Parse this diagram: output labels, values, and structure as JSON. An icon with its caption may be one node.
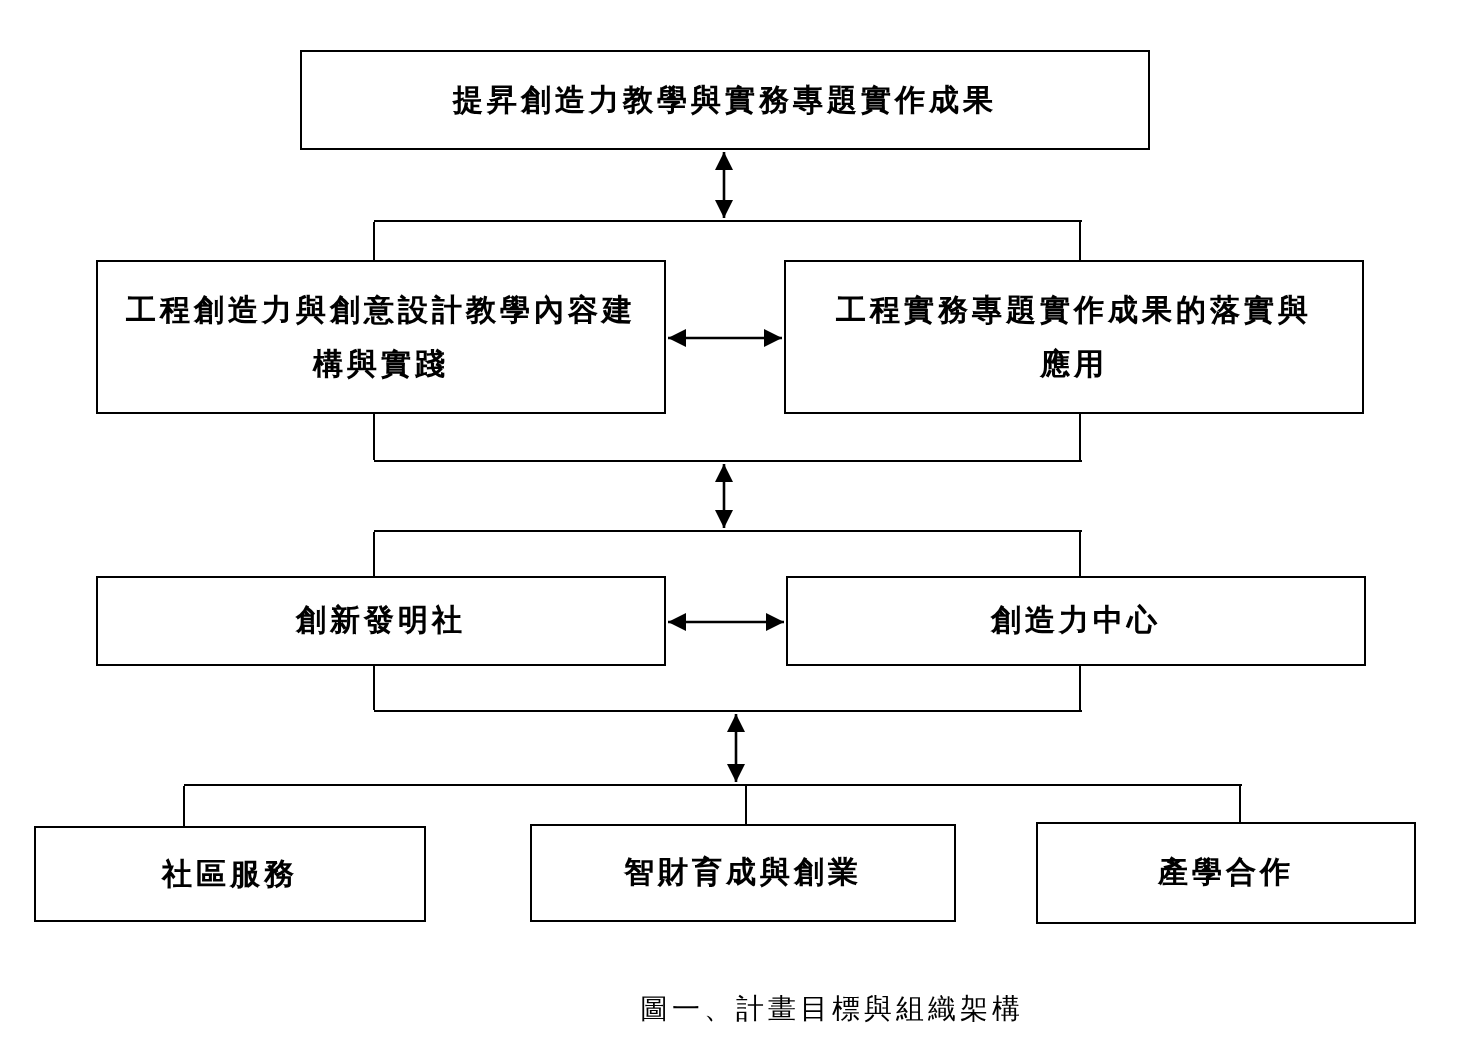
{
  "diagram": {
    "caption": "圖一、計畫目標與組織架構",
    "nodes": [
      {
        "text": [
          "提昇創造力教學與實務專題實作成果"
        ]
      },
      {
        "text": [
          "工程創造力與創意設計教學內容建構與實踐"
        ]
      },
      {
        "text": [
          "工程實務專題實作成果的落實與應用"
        ]
      },
      {
        "text": [
          "創新發明社"
        ]
      },
      {
        "text": [
          "創造力中心"
        ]
      },
      {
        "text": [
          "社區服務"
        ]
      },
      {
        "text": [
          "智財育成與創業"
        ]
      },
      {
        "text": [
          "產學合作"
        ]
      },
      {
        "text": [],
        "shape": "bar"
      },
      {
        "text": [],
        "shape": "bar"
      },
      {
        "text": [],
        "shape": "bar"
      },
      {
        "text": [],
        "shape": "bar"
      },
      {
        "text": [],
        "shape": "bar"
      }
    ],
    "edges": [
      {
        "from": 0,
        "to": 8,
        "arrow": "both"
      },
      {
        "from": 8,
        "to": 1,
        "arrow": "none"
      },
      {
        "from": 8,
        "to": 2,
        "arrow": "none"
      },
      {
        "from": 1,
        "to": 2,
        "arrow": "both"
      },
      {
        "from": 1,
        "to": 9,
        "arrow": "none"
      },
      {
        "from": 2,
        "to": 9,
        "arrow": "none"
      },
      {
        "from": 9,
        "to": 10,
        "arrow": "both"
      },
      {
        "from": 10,
        "to": 3,
        "arrow": "none"
      },
      {
        "from": 10,
        "to": 4,
        "arrow": "none"
      },
      {
        "from": 3,
        "to": 4,
        "arrow": "both"
      },
      {
        "from": 3,
        "to": 11,
        "arrow": "none"
      },
      {
        "from": 4,
        "to": 11,
        "arrow": "none"
      },
      {
        "from": 11,
        "to": 12,
        "arrow": "both"
      },
      {
        "from": 12,
        "to": 5,
        "arrow": "none"
      },
      {
        "from": 12,
        "to": 6,
        "arrow": "none"
      },
      {
        "from": 12,
        "to": 7,
        "arrow": "none"
      }
    ]
  }
}
